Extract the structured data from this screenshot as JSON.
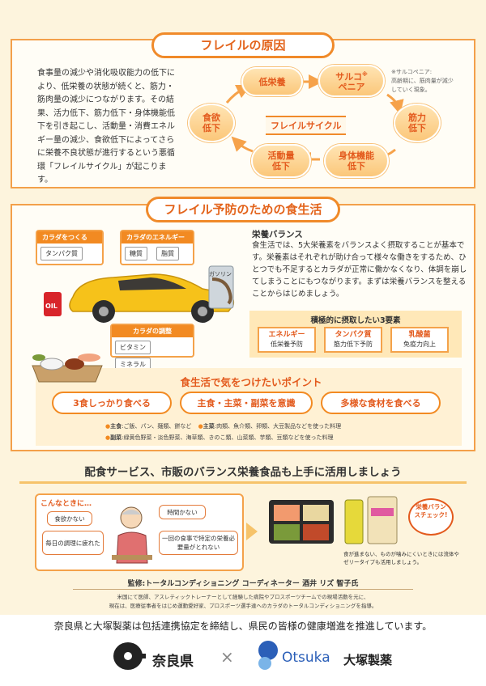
{
  "cause": {
    "title": "フレイルの原因",
    "body": "食事量の減少や消化吸収能力の低下により、低栄養の状態が続くと、筋力・筋肉量の減少につながります。その結果、活力低下、筋力低下・身体機能低下を引き起こし、活動量・消費エネルギー量の減少、食欲低下によってさらに栄養不良状態が進行するという悪循環「フレイルサイクル」が起こります。",
    "note_line1": "※サルコペニア:",
    "note_line2": "高齢期に、筋肉量が減少していく現象。",
    "cycle_center": "フレイルサイクル",
    "nodes": {
      "undernutrition": "低栄養",
      "sarcopenia_1": "サルコ",
      "sarcopenia_2": "ペニア",
      "sarcopenia_mark": "※",
      "muscle_1": "筋力",
      "muscle_2": "低下",
      "physical_1": "身体機能",
      "physical_2": "低下",
      "activity_1": "活動量",
      "activity_2": "低下",
      "appetite_1": "食欲",
      "appetite_2": "低下"
    }
  },
  "prevention": {
    "title": "フレイル予防のための食生活",
    "body_tag": {
      "head": "カラダをつくる",
      "chips": [
        "タンパク質"
      ]
    },
    "energy_tag": {
      "head": "カラダのエネルギー",
      "chips": [
        "糖質",
        "脂質"
      ]
    },
    "adjust_tag": {
      "head": "カラダの調整",
      "chips": [
        "ビタミン",
        "ミネラル"
      ]
    },
    "gasoline": "ガソリン",
    "oil": "OIL",
    "balance_title": "栄養バランス",
    "balance_body": "食生活では、5大栄養素をバランスよく摂取することが基本です。栄養素はそれぞれが助け合って様々な働きをするため、ひとつでも不足するとカラダが正常に働かなくなり、体調を崩してしまうことにもつながります。まずは栄養バランスを整えることからはじめましょう。",
    "factors_title": "積極的に摂取したい3要素",
    "factors": [
      {
        "name": "エネルギー",
        "effect": "低栄養予防"
      },
      {
        "name": "タンパク質",
        "effect": "筋力低下予防"
      },
      {
        "name": "乳酸菌",
        "effect": "免疫力向上"
      }
    ],
    "points_title": "食生活で気をつけたいポイント",
    "points": [
      "3食しっかり食べる",
      "主食・主菜・副菜を意識",
      "多様な食材を食べる"
    ],
    "legend": [
      {
        "label": "主食",
        "text": ":ご飯、パン、麺類、餅など"
      },
      {
        "label": "主菜",
        "text": ":肉類、魚介類、卵類、大豆製品などを使った料理"
      },
      {
        "label": "副菜",
        "text": ":緑黄色野菜・淡色野菜、海草類、きのこ類、山菜類、芋類、豆類などを使った料理"
      }
    ]
  },
  "service": {
    "title": "配食サービス、市販のバランス栄養食品も上手に活用しましょう",
    "situation_head": "こんなときに…",
    "bubbles": [
      "食欲かない",
      "毎日の調理に疲れた",
      "時間かない",
      "一回の食事で特定の栄養必要量がとれない"
    ],
    "check_label": "栄養バランスチェック!",
    "caption": "食が進まない、ものが噛みにくいときには流体やゼリータイプも活用しましょう。"
  },
  "supervisor": {
    "line": "監修:トータルコンディショニング コーディネーター 酒井 リズ 智子氏",
    "detail1": "米国にて医師、アスレティックトレーナーとして経験した病院やプロスポーツチームでの現場活動を元に、",
    "detail2": "現在は、医療従事者をはじめ運動愛好家、プロスポーツ選手達へのカラダのトータルコンディショニングを指導。"
  },
  "footer": {
    "statement": "奈良県と大塚製薬は包括連携協定を締結し、県民の皆様の健康増進を推進しています。",
    "nara": "奈良県",
    "times": "×",
    "otsuka_en": "Otsuka",
    "otsuka_jp": "大塚製薬"
  },
  "colors": {
    "accent": "#f28a22",
    "title": "#e35a1d",
    "background": "#fdf4dd"
  }
}
